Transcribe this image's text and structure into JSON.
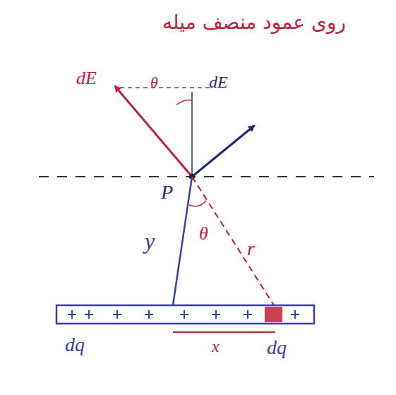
{
  "diagram": {
    "labels": [
      "روی عمود منصف میله",
      "dE",
      "θ",
      "dE",
      "P",
      "y",
      "θ",
      "r",
      "dq",
      "x",
      "dq"
    ]
  }
}
